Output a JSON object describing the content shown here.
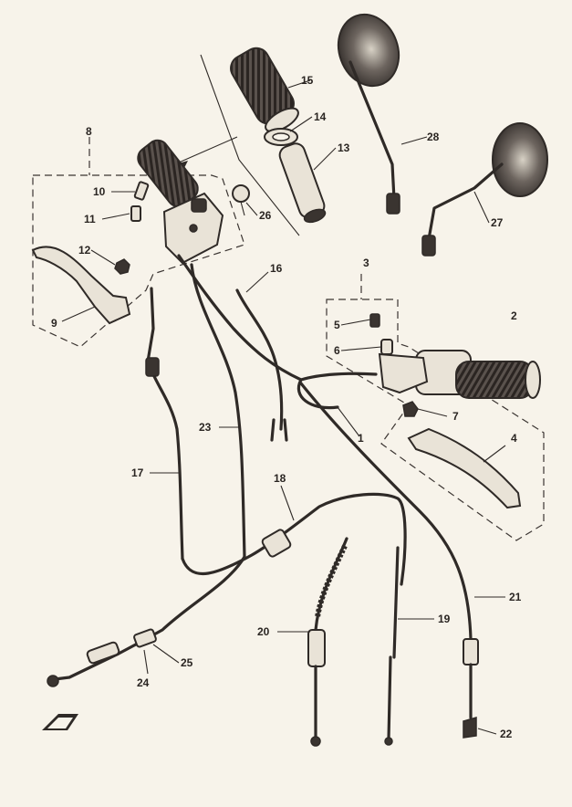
{
  "labels": {
    "n1": "1",
    "n2": "2",
    "n3": "3",
    "n4": "4",
    "n5": "5",
    "n6": "6",
    "n7": "7",
    "n8": "8",
    "n9": "9",
    "n10": "10",
    "n11": "11",
    "n12": "12",
    "n13": "13",
    "n14": "14",
    "n15": "15",
    "n16": "16",
    "n17": "17",
    "n18": "18",
    "n19": "19",
    "n20": "20",
    "n21": "21",
    "n22": "22",
    "n23": "23",
    "n24": "24",
    "n25": "25",
    "n26": "26",
    "n27": "27",
    "n28": "28"
  },
  "colors": {
    "ink": "#2f2a27",
    "paper": "#f7f3ea"
  }
}
